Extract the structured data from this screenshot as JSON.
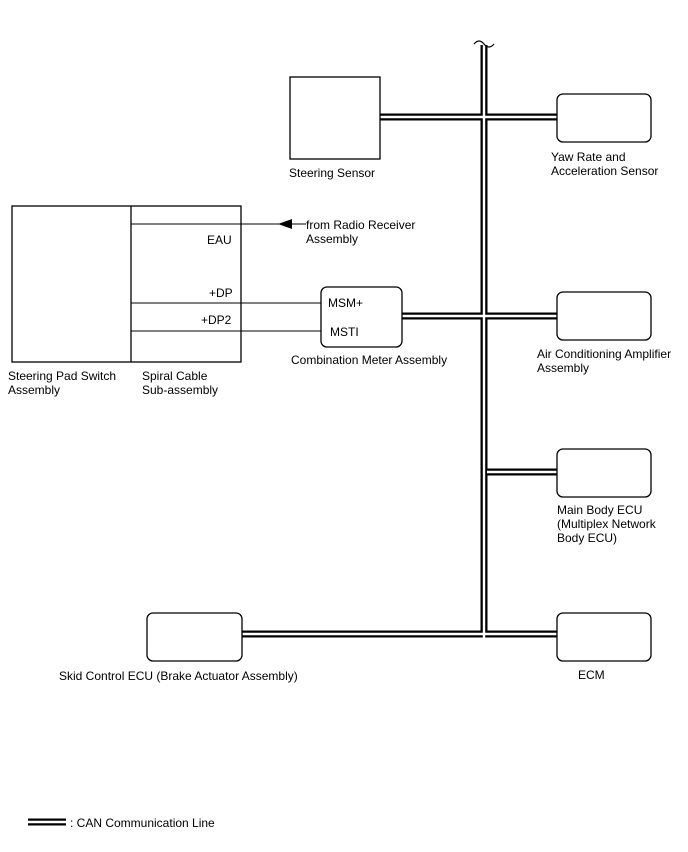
{
  "components": {
    "steering_sensor": "Steering Sensor",
    "yaw_rate_line1": "Yaw Rate and",
    "yaw_rate_line2": "Acceleration Sensor",
    "steering_pad_line1": "Steering Pad Switch",
    "steering_pad_line2": "Assembly",
    "spiral_cable_line1": "Spiral Cable",
    "spiral_cable_line2": "Sub-assembly",
    "radio_line1": "from Radio Receiver",
    "radio_line2": "Assembly",
    "combination_meter": "Combination Meter Assembly",
    "air_cond_line1": "Air Conditioning Amplifier",
    "air_cond_line2": "Assembly",
    "main_body_line1": "Main Body ECU",
    "main_body_line2": "(Multiplex Network",
    "main_body_line3": "Body ECU)",
    "skid_control": "Skid Control ECU (Brake Actuator Assembly)",
    "ecm": "ECM"
  },
  "terminals": {
    "eau": "EAU",
    "dp": "+DP",
    "dp2": "+DP2",
    "msm": "MSM+",
    "msti": "MSTI"
  },
  "legend": {
    "label": ": CAN Communication Line"
  }
}
